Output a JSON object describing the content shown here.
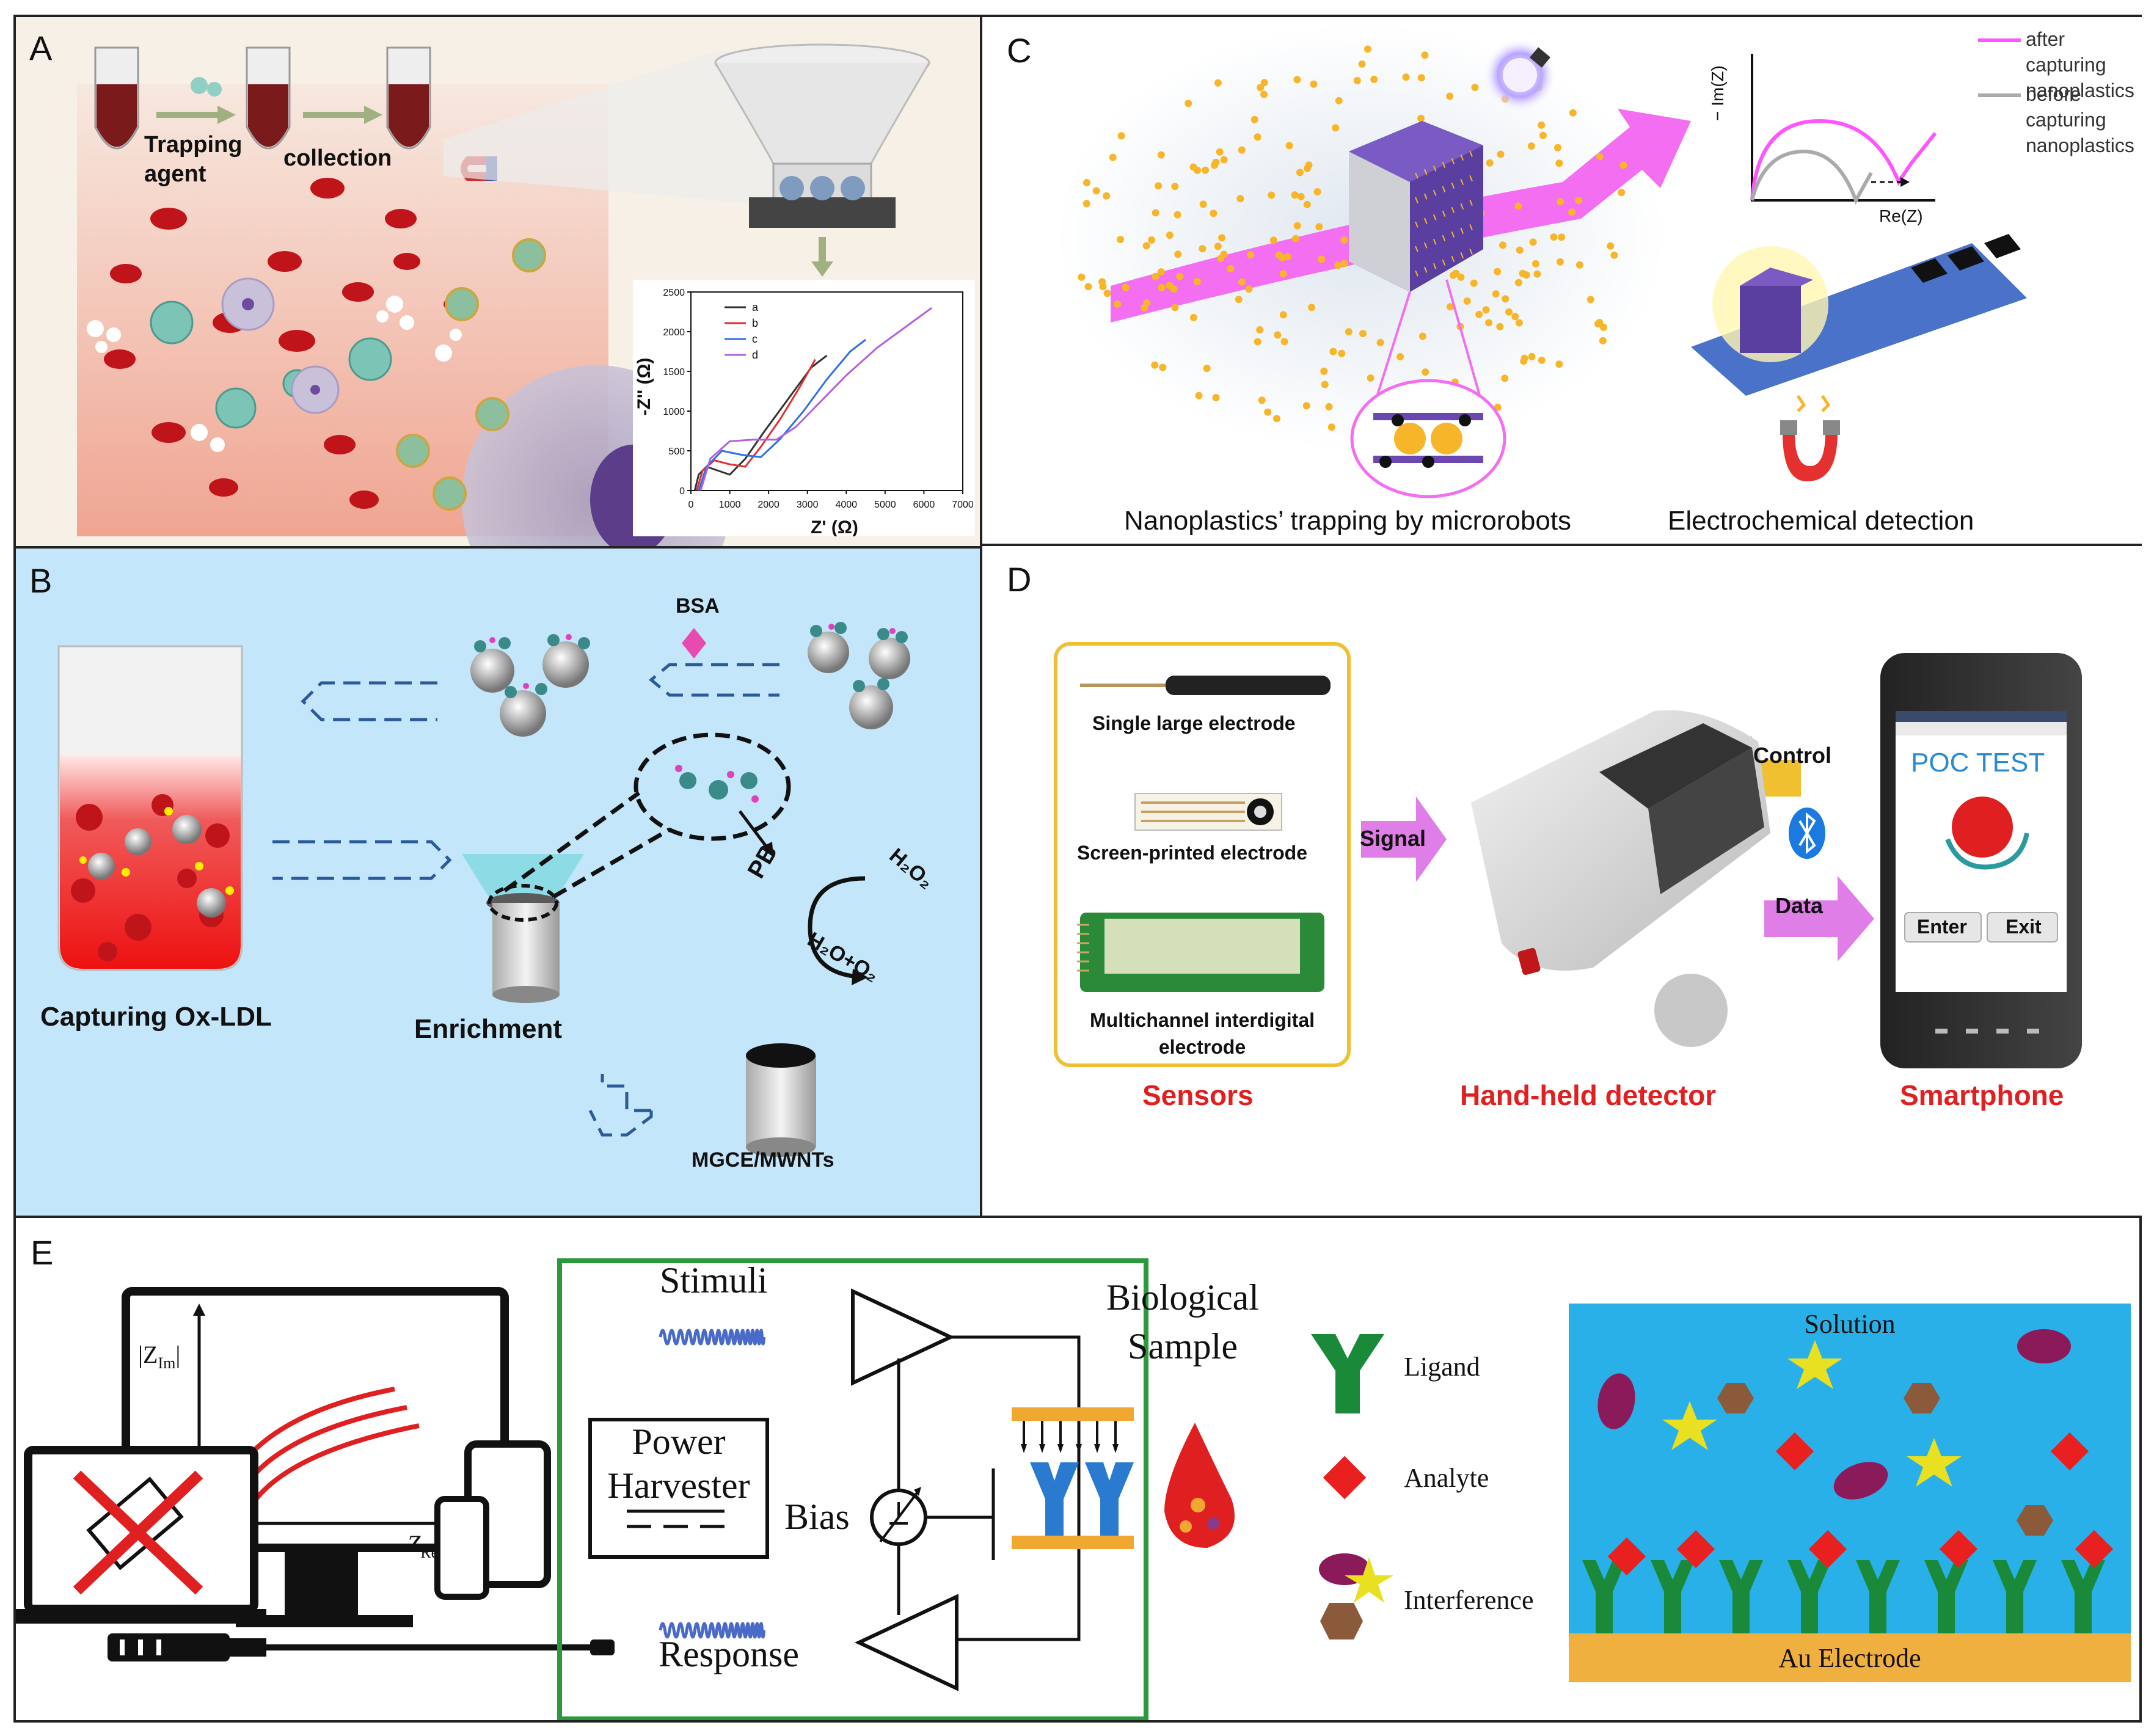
{
  "panels": {
    "a": {
      "label": "A",
      "trapping_agent": "Trapping\nagent",
      "trapping_line1": "Trapping",
      "trapping_line2": "agent",
      "collection": "collection",
      "chart_data": {
        "type": "line",
        "xlabel": "Z' (Ω)",
        "ylabel": "-Z'' (Ω)",
        "xlim": [
          0,
          7000
        ],
        "ylim": [
          0,
          2500
        ],
        "x_ticks": [
          "0",
          "1000",
          "2000",
          "3000",
          "4000",
          "5000",
          "6000",
          "7000"
        ],
        "y_ticks": [
          "0",
          "500",
          "1000",
          "1500",
          "2000",
          "2500"
        ],
        "series": [
          {
            "name": "a",
            "color": "#333333",
            "x": [
              100,
              200,
              400,
              700,
              1000,
              1400,
              1900,
              2500,
              3100,
              3500
            ],
            "y": [
              0,
              200,
              300,
              250,
              200,
              400,
              750,
              1150,
              1550,
              1700
            ]
          },
          {
            "name": "b",
            "color": "#e03030",
            "x": [
              150,
              300,
              600,
              1000,
              1400,
              1800,
              2300,
              2800,
              3200
            ],
            "y": [
              0,
              250,
              380,
              330,
              300,
              550,
              900,
              1300,
              1650
            ]
          },
          {
            "name": "c",
            "color": "#3070e0",
            "x": [
              200,
              400,
              800,
              1300,
              1800,
              2300,
              2900,
              3500,
              4100,
              4500
            ],
            "y": [
              0,
              300,
              500,
              450,
              420,
              650,
              1000,
              1400,
              1750,
              1900
            ]
          },
          {
            "name": "d",
            "color": "#b060e0",
            "x": [
              250,
              500,
              1000,
              1600,
              2200,
              2700,
              3300,
              4000,
              4800,
              5500,
              6200
            ],
            "y": [
              0,
              400,
              620,
              640,
              640,
              800,
              1100,
              1450,
              1800,
              2050,
              2300
            ]
          }
        ]
      }
    },
    "b": {
      "label": "B",
      "bsa": "BSA",
      "pb": "PB",
      "h2o2": "H₂O₂",
      "h2o_o2": "H₂O+O₂",
      "capturing": "Capturing Ox-LDL",
      "enrichment": "Enrichment",
      "mgce": "MGCE/MWNTs"
    },
    "c": {
      "label": "C",
      "caption_left": "Nanoplastics’ trapping by microrobots",
      "caption_right": "Electrochemical detection",
      "legend_after": "after capturing\nnanoplastics",
      "legend_after_1": "after capturing",
      "legend_after_2": "nanoplastics",
      "legend_before_1": "before capturing",
      "legend_before_2": "nanoplastics",
      "ylabel": "− Im(Z)",
      "xlabel": "Re(Z)",
      "color_after": "#ff55ff",
      "color_before": "#aaaaaa"
    },
    "d": {
      "label": "D",
      "single": "Single large electrode",
      "screen": "Screen-printed electrode",
      "multi_1": "Multichannel interdigital",
      "multi_2": "electrode",
      "sensors": "Sensors",
      "detector": "Hand-held detector",
      "smartphone": "Smartphone",
      "signal": "Signal",
      "control": "Control",
      "data": "Data",
      "poc": "POC TEST",
      "enter": "Enter",
      "exit": "Exit",
      "highlight_color": "#e02020"
    },
    "e": {
      "label": "E",
      "zim": "|Z",
      "zim_sub": "Im",
      "zre": "Z",
      "zre_sub": "Re",
      "stimuli": "Stimuli",
      "response": "Response",
      "power_1": "Power",
      "power_2": "Harvester",
      "bias": "Bias",
      "bio_1": "Biological",
      "bio_2": "Sample",
      "ligand": "Ligand",
      "analyte": "Analyte",
      "interference": "Interference",
      "solution": "Solution",
      "electrode": "Au Electrode"
    }
  }
}
